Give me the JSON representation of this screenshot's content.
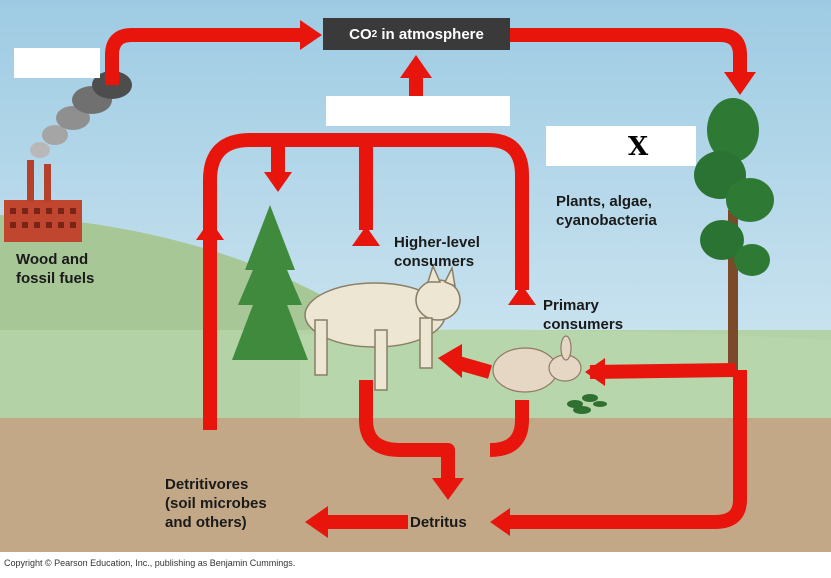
{
  "labels": {
    "co2_main": "CO",
    "co2_sub": "2",
    "co2_rest": " in atmosphere",
    "x_marker": "X",
    "plants": "Plants, algae,\ncyanobacteria",
    "wood": "Wood and\nfossil fuels",
    "higher": "Higher-level\nconsumers",
    "primary": "Primary\nconsumers",
    "detritivores": "Detritivores\n(soil microbes\nand others)",
    "detritus": "Detritus"
  },
  "copyright": "Copyright © Pearson Education, Inc., publishing as Benjamin Cummings.",
  "colors": {
    "arrow": "#e8150d",
    "sky": "#b7d8ea",
    "hill": "#a9c89a",
    "meadow": "#b5d3a8",
    "soil": "#c4a98a",
    "label_box": "#3a3a3a",
    "blank_box": "#ffffff"
  }
}
